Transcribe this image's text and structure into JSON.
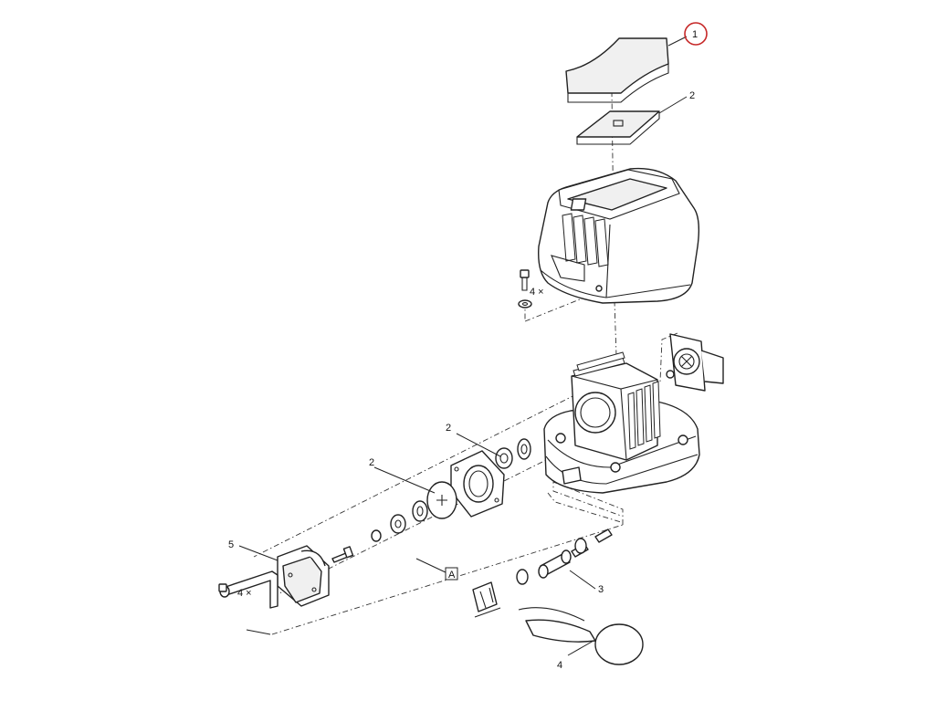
{
  "diagram": {
    "labels": {
      "part_1": "1",
      "part_2_top": "2",
      "part_2_middle": "2",
      "part_2_left": "2",
      "part_3": "3",
      "part_4": "4",
      "part_5": "5",
      "qty_screws_top": "4 ×",
      "qty_screws_bottom": "4 ×",
      "assembly_ref": "A"
    },
    "highlight_color": "#c62828",
    "line_color": "#222222"
  }
}
